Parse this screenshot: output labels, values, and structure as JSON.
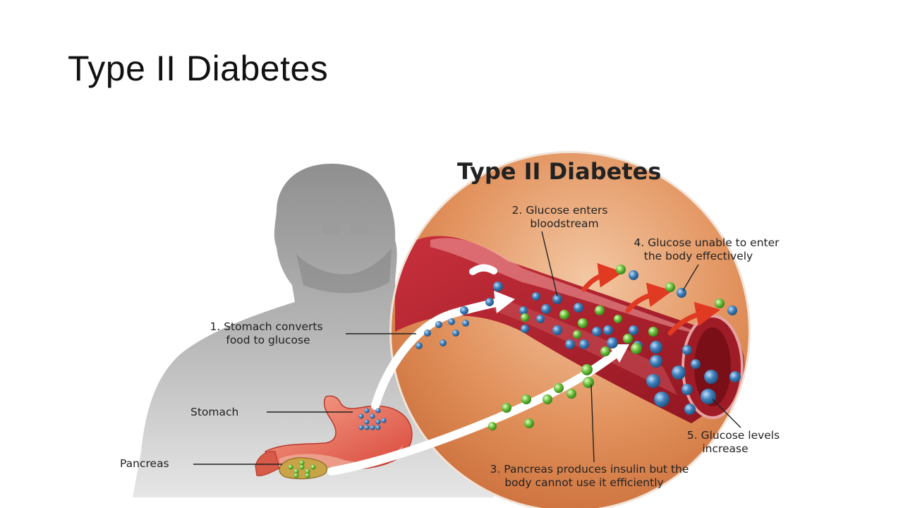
{
  "slide": {
    "title": "Type II Diabetes"
  },
  "diagram": {
    "title": "Type II Diabetes",
    "callouts": {
      "step1": [
        "1. Stomach converts",
        "food to glucose"
      ],
      "step2": [
        "2. Glucose enters",
        "bloodstream"
      ],
      "step3": [
        "3. Pancreas produces insulin but the",
        "body cannot use it efficiently"
      ],
      "step4": [
        "4. Glucose unable to enter",
        "the body effectively"
      ],
      "step5": [
        "5. Glucose levels",
        "increase"
      ],
      "stomach": "Stomach",
      "pancreas": "Pancreas"
    },
    "colors": {
      "glucose": "#3f7fb8",
      "insulin": "#6cbf3a",
      "vessel": "#b3212e",
      "background_circle": "#d9824a",
      "silhouette": "#a6a6a6"
    }
  }
}
